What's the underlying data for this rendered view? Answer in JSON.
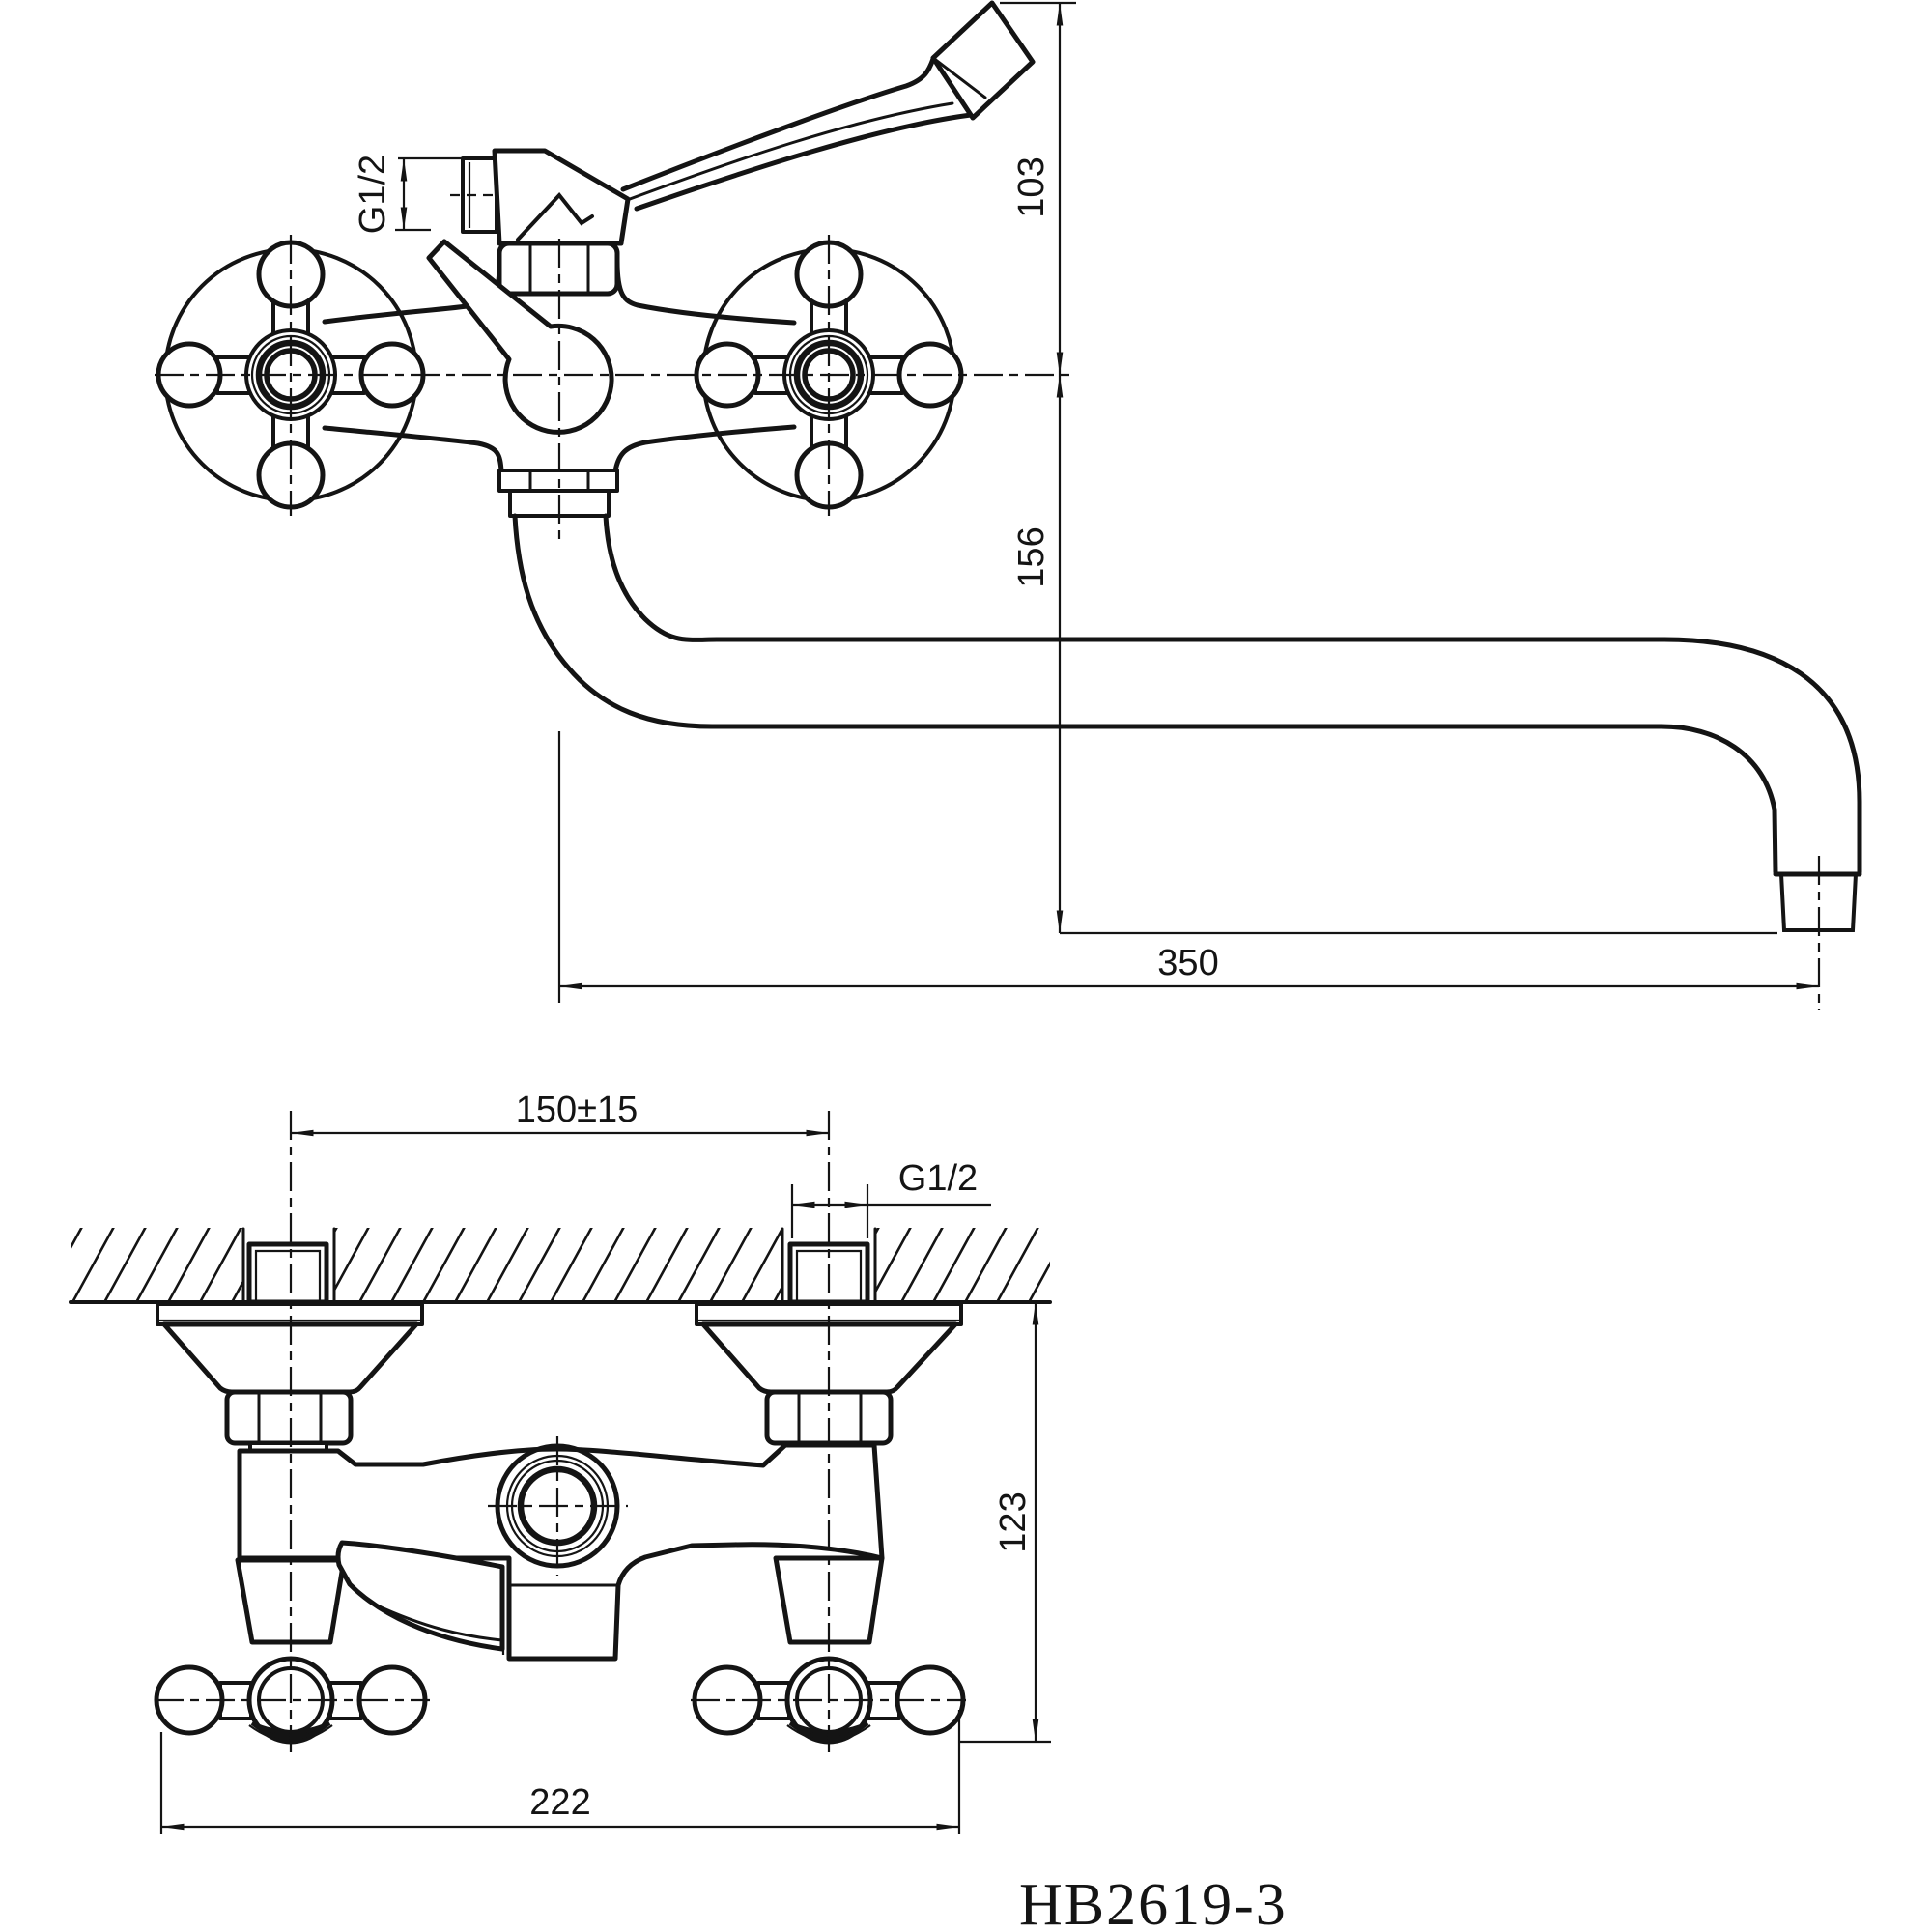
{
  "drawing": {
    "model": "HB2619-3",
    "front_view": {
      "thread_label": "G1/2",
      "dim_height_top": "103",
      "dim_height_bottom": "156",
      "dim_spout_reach": "350"
    },
    "plan_view": {
      "dim_hole_centers": "150±15",
      "thread_label": "G1/2",
      "dim_depth": "123",
      "dim_overall_width": "222"
    },
    "colors": {
      "ink": "#141414",
      "background": "#ffffff"
    }
  }
}
